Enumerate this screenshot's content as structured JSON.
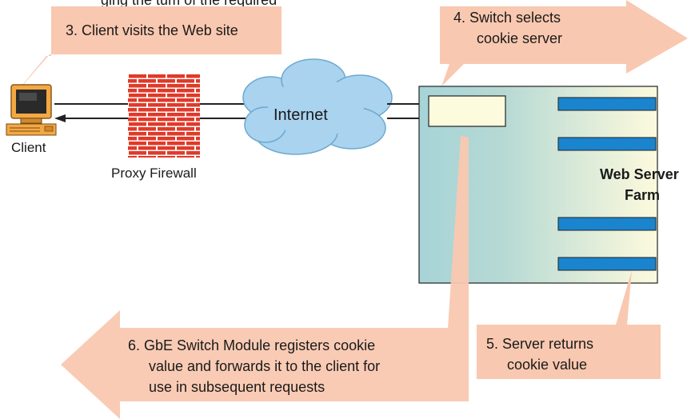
{
  "header_fragment": "ging the tum of the required",
  "callouts": {
    "step3": "3.  Client visits the Web site",
    "step4": [
      "4.  Switch selects",
      "cookie server"
    ],
    "step5": [
      "5.  Server returns",
      "cookie value"
    ],
    "step6": [
      "6.  GbE Switch Module registers cookie",
      "value and forwards it to the client for",
      "use in subsequent requests"
    ]
  },
  "labels": {
    "client": "Client",
    "firewall": "Proxy Firewall",
    "internet": "Internet",
    "farm": [
      "Web Server",
      "Farm"
    ]
  },
  "colors": {
    "callout_fill": "#f9c8b0",
    "brick": "#e03a2a",
    "cloud": "#a9d3ef",
    "server_bar": "#1a84cf",
    "switch_box": "#fdfbdd",
    "farm_left": "#a7d4d8",
    "farm_right": "#fdfadd"
  }
}
